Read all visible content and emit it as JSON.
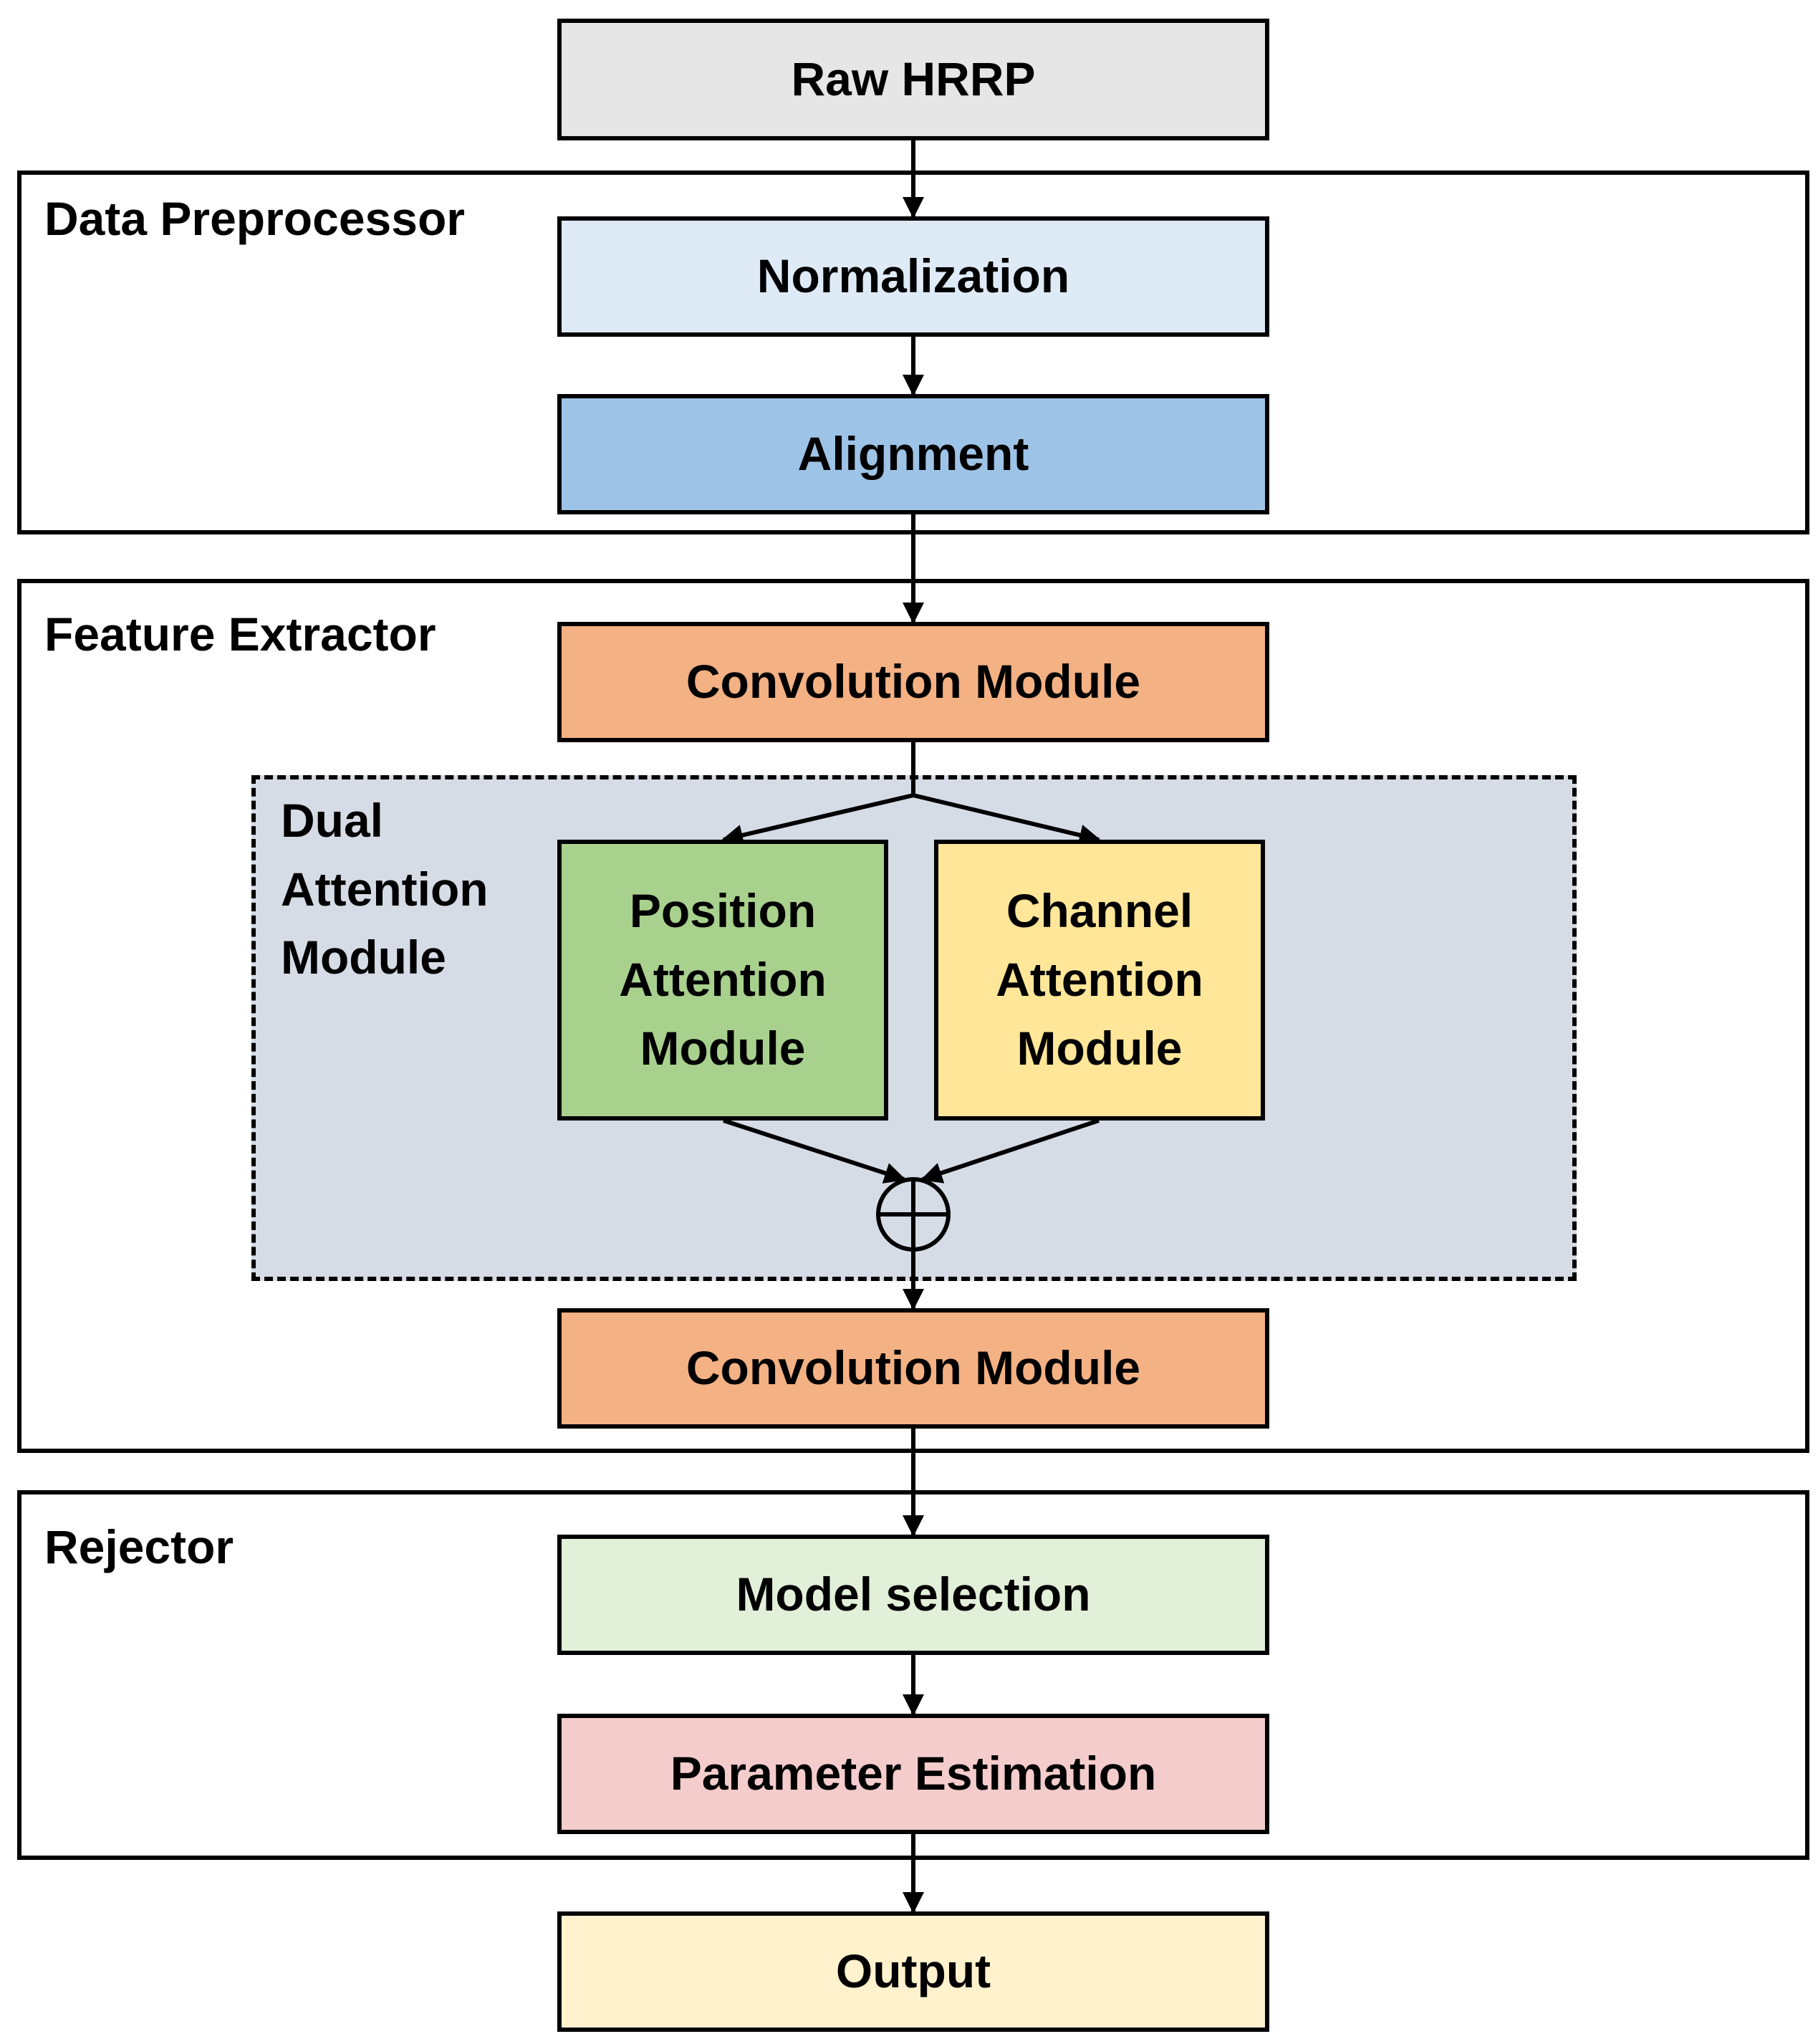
{
  "input": {
    "label": "Raw HRRP",
    "color": "#e6e6e6"
  },
  "preprocessor": {
    "title": "Data Preprocessor",
    "normalization": {
      "label": "Normalization",
      "color": "#deebf7"
    },
    "alignment": {
      "label": "Alignment",
      "color": "#9dc3e6"
    }
  },
  "extractor": {
    "title": "Feature Extractor",
    "conv1": {
      "label": "Convolution Module",
      "color": "#f4b183"
    },
    "dual": {
      "title": "Dual\nAttention\nModule",
      "color": "#d6dce5",
      "position": {
        "label": "Position\nAttention\nModule",
        "color": "#a9d18e"
      },
      "channel": {
        "label": "Channel\nAttention\nModule",
        "color": "#ffe699"
      },
      "sum_symbol": "circle-plus"
    },
    "conv2": {
      "label": "Convolution Module",
      "color": "#f4b183"
    }
  },
  "rejector": {
    "title": "Rejector",
    "model_selection": {
      "label": "Model selection",
      "color": "#e2f0d9"
    },
    "parameter_estimation": {
      "label": "Parameter Estimation",
      "color": "#f4cccc"
    }
  },
  "output": {
    "label": "Output",
    "color": "#fff2cc"
  }
}
